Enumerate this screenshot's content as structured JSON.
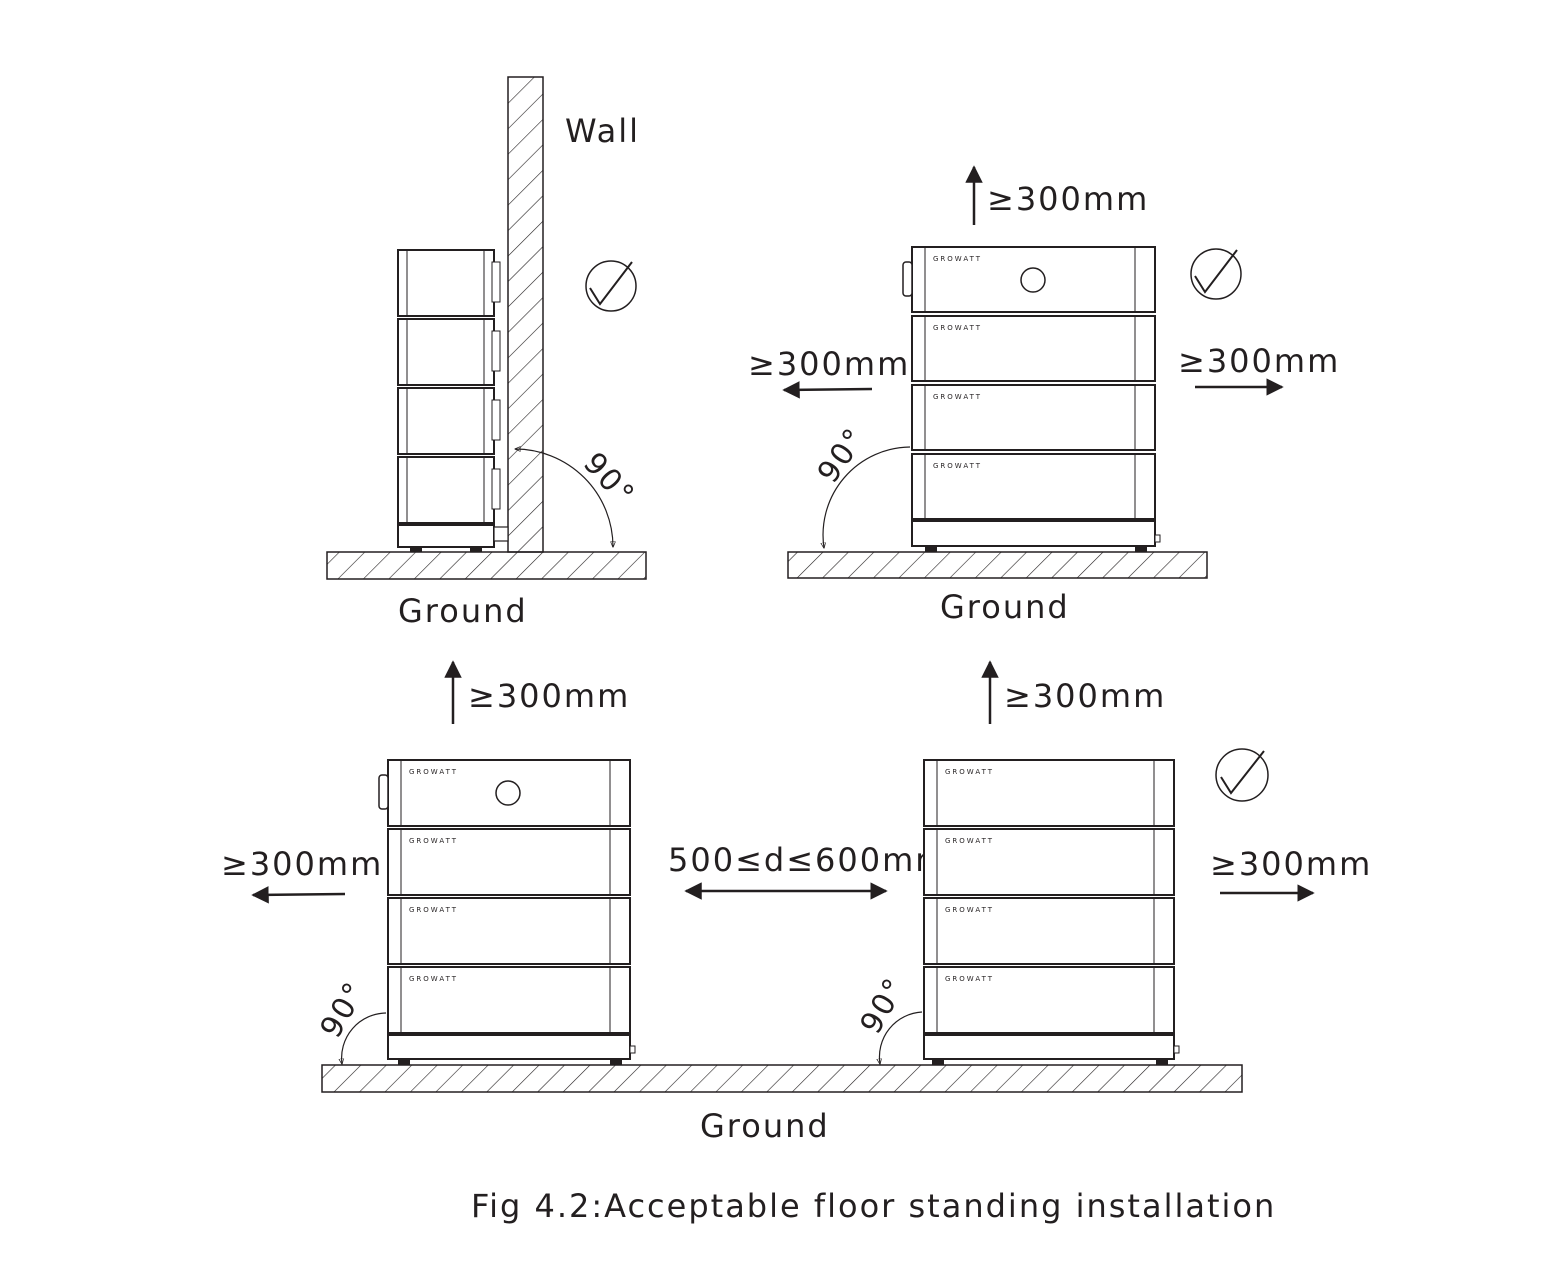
{
  "labels": {
    "wall": "Wall",
    "ground": "Ground",
    "clearance": "≥300mm",
    "spacing": "500≤d≤600mm",
    "angle": "90°",
    "caption": "Fig 4.2:Acceptable floor standing installation"
  },
  "brand": "GROWATT",
  "icons": [
    "checkmark-circle-icon",
    "arrow-icon"
  ],
  "colors": {
    "line": "#231f20",
    "background": "#ffffff"
  }
}
